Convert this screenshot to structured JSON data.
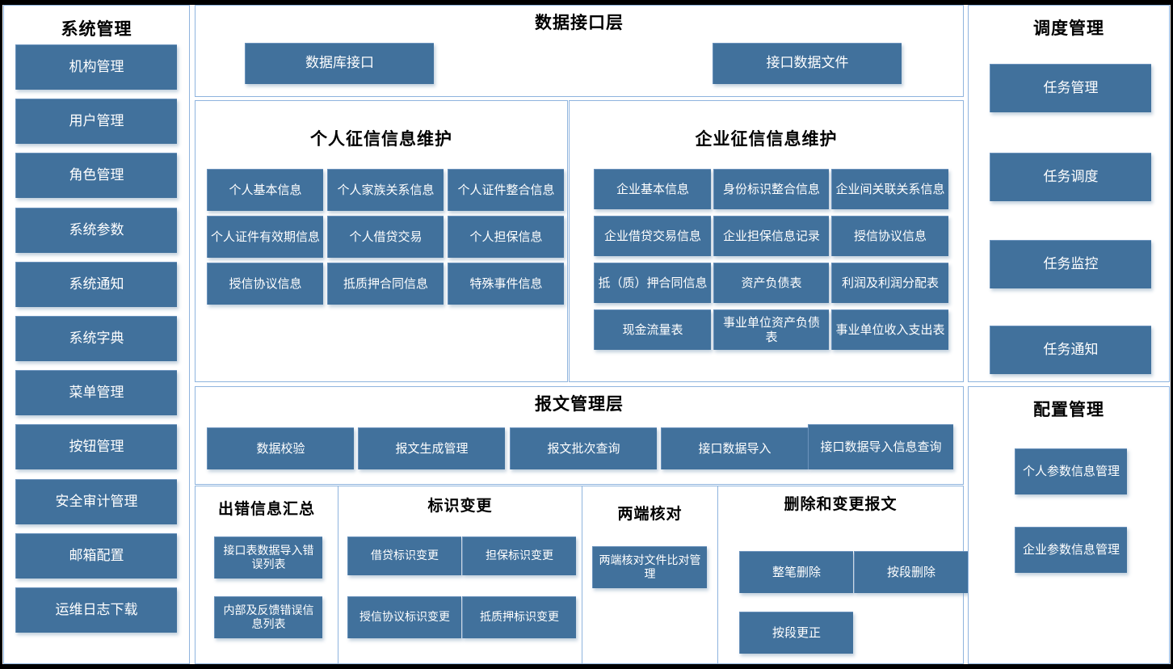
{
  "sidebar_left": {
    "title": "系统管理",
    "items": [
      "机构管理",
      "用户管理",
      "角色管理",
      "系统参数",
      "系统通知",
      "系统字典",
      "菜单管理",
      "按钮管理",
      "安全审计管理",
      "邮箱配置",
      "运维日志下载"
    ]
  },
  "data_interface": {
    "title": "数据接口层",
    "items": [
      "数据库接口",
      "接口数据文件"
    ]
  },
  "personal_credit": {
    "title": "个人征信信息维护",
    "items": [
      "个人基本信息",
      "个人家族关系信息",
      "个人证件整合信息",
      "个人证件有效期信息",
      "个人借贷交易",
      "个人担保信息",
      "授信协议信息",
      "抵质押合同信息",
      "特殊事件信息"
    ]
  },
  "enterprise_credit": {
    "title": "企业征信信息维护",
    "items": [
      "企业基本信息",
      "身份标识整合信息",
      "企业间关联关系信息",
      "企业借贷交易信息",
      "企业担保信息记录",
      "授信协议信息",
      "抵（质）押合同信息",
      "资产负债表",
      "利润及利润分配表",
      "现金流量表",
      "事业单位资产负债表",
      "事业单位收入支出表"
    ]
  },
  "message_management": {
    "title": "报文管理层",
    "items": [
      "数据校验",
      "报文生成管理",
      "报文批次查询",
      "接口数据导入",
      "接口数据导入信息查询"
    ]
  },
  "error_summary": {
    "title": "出错信息汇总",
    "items": [
      "接口表数据导入错误列表",
      "内部及反馈错误信息列表"
    ]
  },
  "flag_change": {
    "title": "标识变更",
    "items": [
      "借贷标识变更",
      "担保标识变更",
      "授信协议标识变更",
      "抵质押标识变更"
    ]
  },
  "two_end_check": {
    "title": "两端核对",
    "items": [
      "两端核对文件比对管理"
    ]
  },
  "delete_change": {
    "title": "删除和变更报文",
    "items": [
      "整笔删除",
      "按段删除",
      "按段更正"
    ]
  },
  "schedule_management": {
    "title": "调度管理",
    "items": [
      "任务管理",
      "任务调度",
      "任务监控",
      "任务通知"
    ]
  },
  "config_management": {
    "title": "配置管理",
    "items": [
      "个人参数信息管理",
      "企业参数信息管理"
    ]
  },
  "colors": {
    "tile_blue": "#41719C",
    "panel_border": "#8FB4DE",
    "frame_black": "#000000",
    "text_white": "#FFFFFF",
    "title_black": "#000000"
  }
}
